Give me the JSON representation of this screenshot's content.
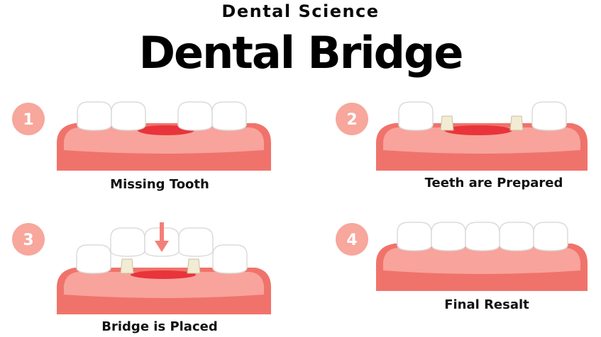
{
  "header": {
    "subtitle": "Dental Science",
    "title": "Dental Bridge"
  },
  "steps": [
    {
      "number": "1",
      "label": "Missing Tooth"
    },
    {
      "number": "2",
      "label": "Teeth are Prepared"
    },
    {
      "number": "3",
      "label": "Bridge is Placed"
    },
    {
      "number": "4",
      "label": "Final Resalt"
    }
  ],
  "colors": {
    "badge": "#f7a79c",
    "gum": "#f0736b",
    "gum_dark": "#e4514a",
    "gum_light": "#f8a39b",
    "gum_red": "#e8343a",
    "tooth": "#ffffff",
    "tooth_shade": "#dcdcdc",
    "post": "#f2ecd4",
    "arrow": "#f47f78"
  }
}
